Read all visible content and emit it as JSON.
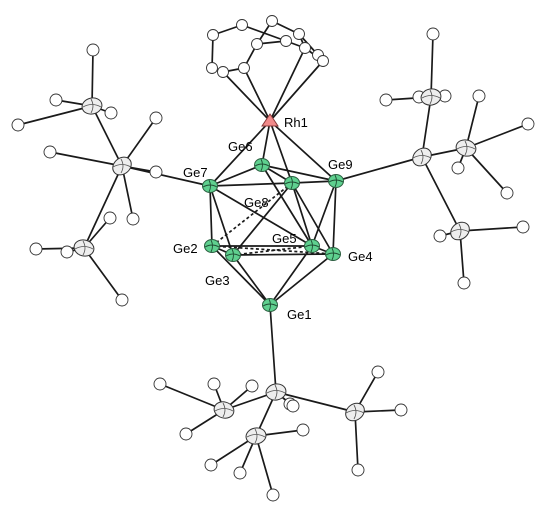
{
  "labels": {
    "rh1": "Rh1",
    "ge1": "Ge1",
    "ge2": "Ge2",
    "ge3": "Ge3",
    "ge4": "Ge4",
    "ge5": "Ge5",
    "ge6": "Ge6",
    "ge7": "Ge7",
    "ge8": "Ge8",
    "ge9": "Ge9"
  },
  "colors": {
    "germanium": "#5fd08f",
    "rhodium": "#f08a8a",
    "carbon": "#eeeeee",
    "hydrogen": "#ffffff",
    "bond": "#1a1a1a"
  }
}
